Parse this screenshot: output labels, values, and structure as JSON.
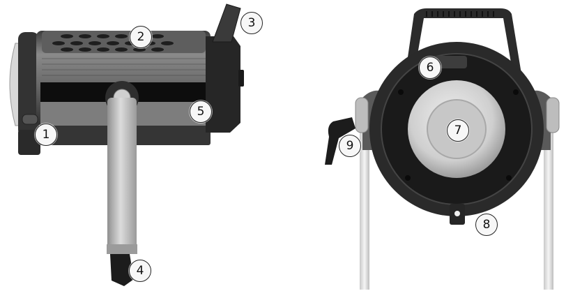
{
  "diagram": {
    "colors": {
      "body_dark": "#2b2b2b",
      "body_mid": "#6e6e6e",
      "metal": "#b9b9b9",
      "lens": "#d7d7d7",
      "callout_border": "#222222"
    },
    "views": [
      {
        "name": "side-view"
      },
      {
        "name": "front-view"
      }
    ],
    "callouts": [
      {
        "label": "1"
      },
      {
        "label": "2"
      },
      {
        "label": "3"
      },
      {
        "label": "4"
      },
      {
        "label": "5"
      },
      {
        "label": "6"
      },
      {
        "label": "7"
      },
      {
        "label": "8"
      },
      {
        "label": "9"
      }
    ]
  }
}
